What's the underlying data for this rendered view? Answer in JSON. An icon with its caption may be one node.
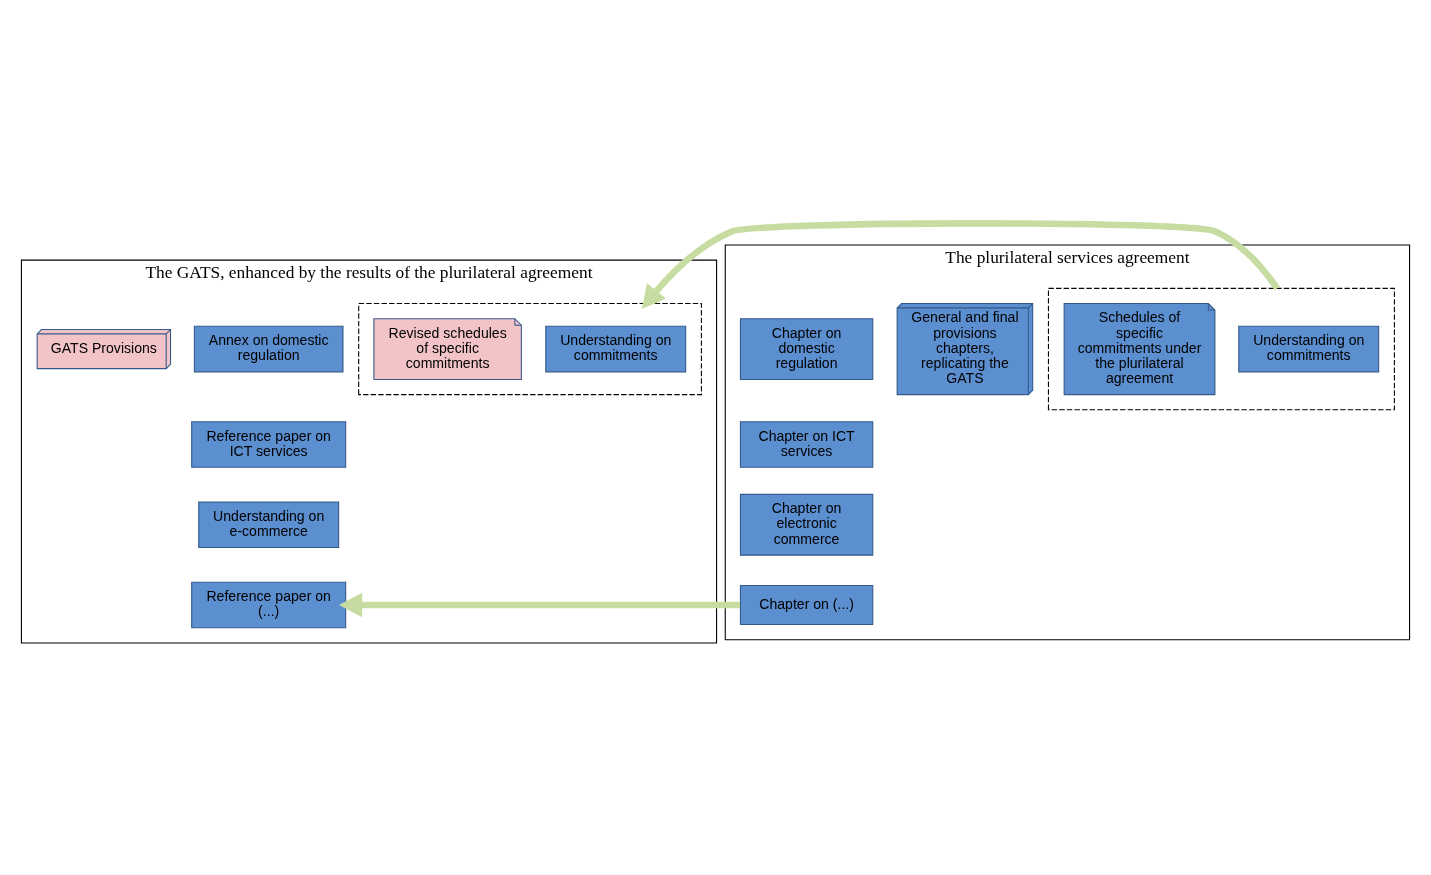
{
  "diagram": {
    "nodes": [
      {
        "text": [
          "The GATS, enhanced by the results of the plurilateral agreement"
        ]
      },
      {
        "text": [
          "The plurilateral services agreement"
        ]
      },
      {
        "text": [
          "Annex on domestic regulation"
        ],
        "in": 0
      },
      {
        "text": [
          "Reference paper on ICT services"
        ],
        "in": 0
      },
      {
        "text": [
          "Understanding on e-commerce"
        ],
        "in": 0
      },
      {
        "text": [
          "Reference paper on (...)"
        ],
        "in": 0
      },
      {
        "text": [
          "GATS Provisions"
        ],
        "in": 0
      },
      {
        "text": [],
        "shape": "box",
        "in": 0
      },
      {
        "text": [
          "Understanding on commitments"
        ],
        "in": 7
      },
      {
        "text": [
          "Revised schedules of specific commitments"
        ],
        "in": 7
      },
      {
        "text": [
          "General and final provisions chapters, replicating the GATS"
        ],
        "in": 1
      },
      {
        "text": [
          "Chapter on domestic regulation"
        ],
        "in": 1
      },
      {
        "text": [
          "Chapter on ICT services"
        ],
        "in": 1
      },
      {
        "text": [
          "Chapter on electronic commerce"
        ],
        "in": 1
      },
      {
        "text": [
          "Chapter on (...)"
        ],
        "in": 1
      },
      {
        "text": [],
        "shape": "box",
        "in": 1
      },
      {
        "text": [
          "Understanding on commitments"
        ],
        "in": 15
      },
      {
        "text": [
          "Schedules of specific commitments under the plurilateral agreement"
        ],
        "in": 15
      }
    ],
    "edges": [
      {
        "from": 15,
        "to": 7,
        "arrow": "to",
        "color": "#c6dca0"
      },
      {
        "from": 14,
        "to": 5,
        "arrow": "to",
        "color": "#c6dca0"
      }
    ]
  }
}
